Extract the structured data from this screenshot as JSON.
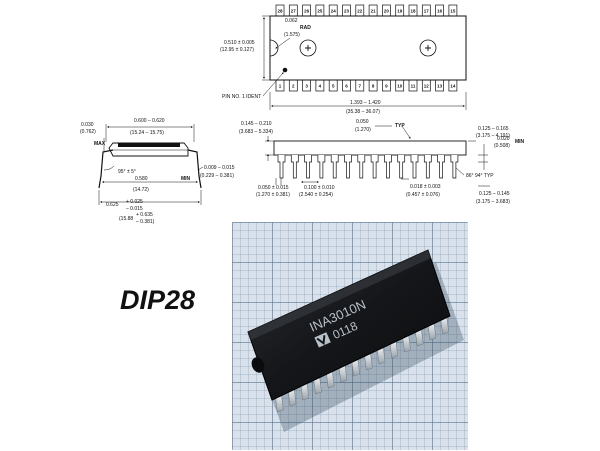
{
  "title": "DIP28",
  "photo_marking": {
    "part": "INA3010N",
    "code": "0118"
  },
  "top_view": {
    "pins_top": [
      "28",
      "27",
      "26",
      "25",
      "24",
      "23",
      "22",
      "21",
      "20",
      "19",
      "18",
      "17",
      "16",
      "15"
    ],
    "pins_bottom": [
      "1",
      "2",
      "3",
      "4",
      "5",
      "6",
      "7",
      "8",
      "9",
      "10",
      "11",
      "12",
      "13",
      "14"
    ],
    "rad_value": "0.062",
    "rad_mm": "(1.575)",
    "rad_label": "RAD",
    "width_in": "0.510 ± 0.005",
    "width_mm": "(12.95 ± 0.127)",
    "pin1_label": "PIN NO. 1 IDENT",
    "length_in": "1.393 – 1.420",
    "length_mm": "(35.38 – 36.07)"
  },
  "end_view": {
    "max_in": "0.030",
    "max_mm": "(0.762)",
    "max_label": "MAX",
    "row_in": "0.600 – 0.620",
    "row_mm": "(15.24 – 15.75)",
    "angle": "95° ± 5°",
    "body_in": "0.580",
    "body_mm": "(14.72)",
    "min_label": "MIN",
    "lead_t_in": "0.009 – 0.015",
    "lead_t_mm": "(0.229 – 0.381)",
    "span_in": "0.625",
    "span_tol_plus": "+ 0.025",
    "span_tol_minus": "– 0.015",
    "span_mm": "(15.88",
    "span_mm_plus": "+ 0.635",
    "span_mm_minus": "– 0.381)"
  },
  "side_view": {
    "height_in": "0.145 – 0.210",
    "height_mm": "(3.683 – 5.334)",
    "pitch_a_in": "0.050",
    "pitch_a_mm": "(1.270)",
    "typ_label": "TYP",
    "seat_in": "0.125 – 0.165",
    "seat_mm": "(3.175 – 4.191)",
    "standoff_in": "0.020",
    "standoff_mm": "(0.508)",
    "standoff_label": "MIN",
    "lead_angle": "86° 94° TYP",
    "shoulder_in": "0.050 ± 0.015",
    "shoulder_mm": "(1.270 ± 0.381)",
    "pitch_in": "0.100 ± 0.010",
    "pitch_mm": "(2.540 ± 0.254)",
    "lead_w_in": "0.018 ± 0.003",
    "lead_w_mm": "(0.457 ± 0.076)",
    "lead_len_in": "0.125 – 0.145",
    "lead_len_mm": "(3.175 – 3.683)"
  }
}
